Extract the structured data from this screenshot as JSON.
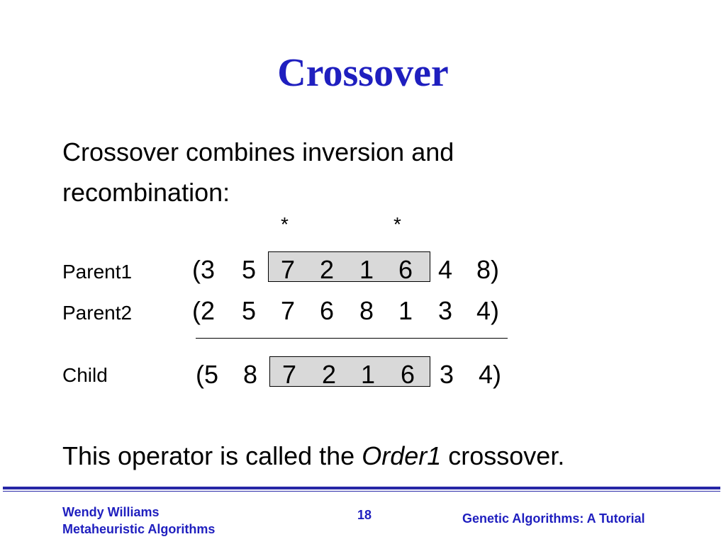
{
  "title": "Crossover",
  "intro": {
    "line1": "Crossover combines inversion and",
    "line2": "recombination:"
  },
  "markers": {
    "left": "*",
    "right": "*"
  },
  "rows": {
    "parent1": {
      "label": "Parent1",
      "open": "(3",
      "genes": [
        "5",
        "7",
        "2",
        "1",
        "6",
        "4"
      ],
      "close": "8)"
    },
    "parent2": {
      "label": "Parent2",
      "open": "(2",
      "genes": [
        "5",
        "7",
        "6",
        "8",
        "1",
        "3"
      ],
      "close": "4)"
    },
    "child": {
      "label": "Child",
      "open": "(5",
      "genes": [
        "8",
        "7",
        "2",
        "1",
        "6",
        "3"
      ],
      "close": "4)"
    }
  },
  "closing": {
    "before": "This operator is called the ",
    "term": "Order1",
    "after": " crossover."
  },
  "footer": {
    "author": "Wendy Williams",
    "subtitle": "Metaheuristic Algorithms",
    "page_number": "18",
    "course": "Genetic Algorithms: A Tutorial"
  },
  "colors": {
    "title": "#1f1fbf",
    "footer_text": "#1f1fbf",
    "footer_rule": "#2626a6",
    "highlight_box": "#d9d9d9"
  }
}
